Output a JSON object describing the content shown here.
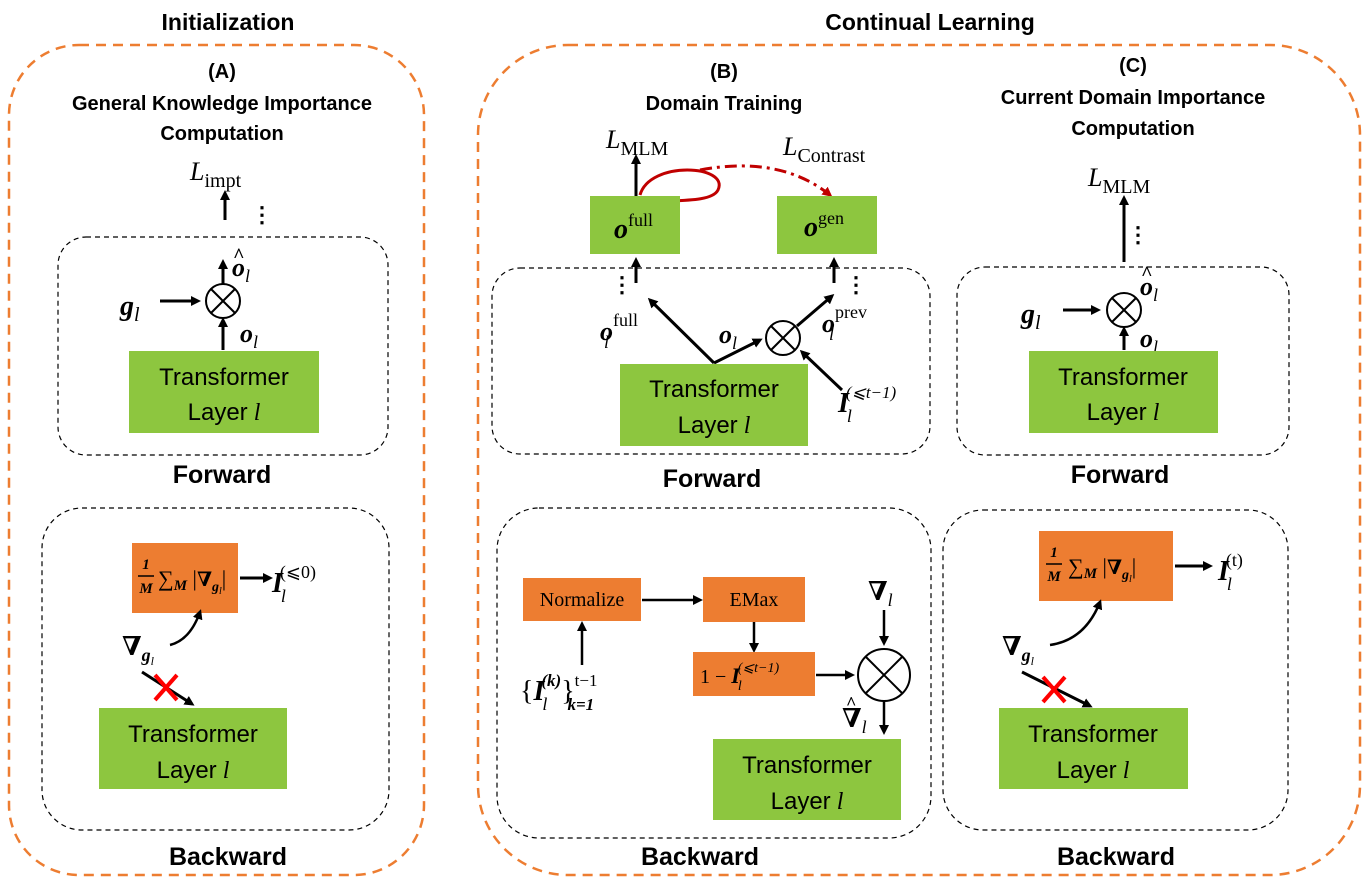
{
  "titles": {
    "initialization": "Initialization",
    "continual_learning": "Continual Learning"
  },
  "panels": {
    "A": {
      "letter": "(A)",
      "title_line1": "General Knowledge Importance",
      "title_line2": "Computation",
      "loss": "L",
      "loss_sub": "impt",
      "forward_label": "Forward",
      "backward_label": "Backward",
      "transformer_line1": "Transformer",
      "transformer_line2": "Layer",
      "layer_var": "l",
      "importance_sup": "(⩽0)"
    },
    "B": {
      "letter": "(B)",
      "title": "Domain Training",
      "loss_mlm": "L",
      "loss_mlm_sub": "MLM",
      "loss_contrast": "L",
      "loss_contrast_sub": "Contrast",
      "out_full": "o",
      "out_full_sup": "full",
      "out_gen": "o",
      "out_gen_sup": "gen",
      "o_l_full_sup": "full",
      "o_l_prev_sup": "prev",
      "mask_sup": "(⩽t−1)",
      "transformer_line1": "Transformer",
      "transformer_line2": "Layer",
      "layer_var": "l",
      "forward_label": "Forward",
      "backward_label": "Backward",
      "normalize": "Normalize",
      "emax": "EMax",
      "one_minus": "1 − ",
      "set_sup": "(k)",
      "set_upper": "t−1",
      "set_lower": "k=1",
      "transformer_b_line1": "Transformer",
      "transformer_b_line2": "Layer"
    },
    "C": {
      "letter": "(C)",
      "title_line1": "Current Domain Importance",
      "title_line2": "Computation",
      "loss": "L",
      "loss_sub": "MLM",
      "forward_label": "Forward",
      "backward_label": "Backward",
      "transformer_line1": "Transformer",
      "transformer_line2": "Layer",
      "layer_var": "l",
      "importance_sup": "(t)"
    }
  },
  "common": {
    "g": "g",
    "o": "o",
    "I": "I",
    "nabla": "∇",
    "frac_num": "1",
    "frac_den": "M",
    "sum": "∑",
    "sum_sub": "M"
  },
  "colors": {
    "green": "#8dc63f",
    "orange": "#ed7d31",
    "dashed_orange": "#ed7d31",
    "red_arrow": "#c00000",
    "cross_red": "#ff0000"
  }
}
